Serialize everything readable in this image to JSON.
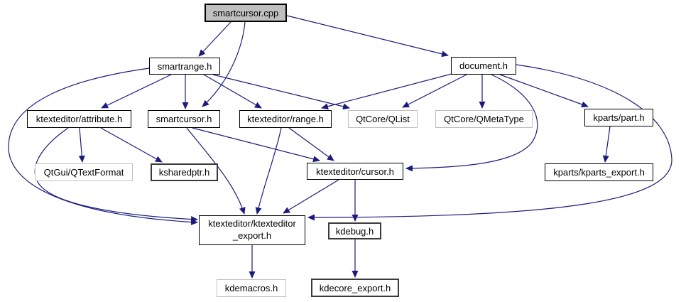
{
  "diagram": {
    "type": "include-dependency-graph",
    "nodes": {
      "smartcursor_cpp": {
        "label": "smartcursor.cpp",
        "kind": "source"
      },
      "smartrange_h": {
        "label": "smartrange.h",
        "kind": "internal"
      },
      "document_h": {
        "label": "document.h",
        "kind": "internal"
      },
      "attribute_h": {
        "label": "ktexteditor/attribute.h",
        "kind": "internal"
      },
      "smartcursor_h": {
        "label": "smartcursor.h",
        "kind": "internal"
      },
      "range_h": {
        "label": "ktexteditor/range.h",
        "kind": "internal"
      },
      "qlist": {
        "label": "QtCore/QList",
        "kind": "external"
      },
      "qmetatype": {
        "label": "QtCore/QMetaType",
        "kind": "external"
      },
      "kparts_part_h": {
        "label": "kparts/part.h",
        "kind": "internal"
      },
      "qtextformat": {
        "label": "QtGui/QTextFormat",
        "kind": "external"
      },
      "ksharedptr_h": {
        "label": "ksharedptr.h",
        "kind": "internal-truncated"
      },
      "cursor_h": {
        "label": "ktexteditor/cursor.h",
        "kind": "internal"
      },
      "kparts_export_h": {
        "label": "kparts/kparts_export.h",
        "kind": "internal"
      },
      "ktexteditor_export_h": {
        "label": "ktexteditor/ktexteditor _export.h",
        "kind": "internal"
      },
      "kdebug_h": {
        "label": "kdebug.h",
        "kind": "internal-truncated"
      },
      "kdemacros_h": {
        "label": "kdemacros.h",
        "kind": "external"
      },
      "kdecore_export_h": {
        "label": "kdecore_export.h",
        "kind": "internal-truncated"
      }
    },
    "edges": [
      {
        "from": "smartcursor.cpp",
        "to": "smartrange.h"
      },
      {
        "from": "smartcursor.cpp",
        "to": "smartcursor.h"
      },
      {
        "from": "smartcursor.cpp",
        "to": "document.h"
      },
      {
        "from": "smartrange.h",
        "to": "ktexteditor/attribute.h"
      },
      {
        "from": "smartrange.h",
        "to": "smartcursor.h"
      },
      {
        "from": "smartrange.h",
        "to": "ktexteditor/range.h"
      },
      {
        "from": "smartrange.h",
        "to": "QtCore/QList"
      },
      {
        "from": "smartrange.h",
        "to": "ktexteditor/ktexteditor_export.h"
      },
      {
        "from": "document.h",
        "to": "ktexteditor/range.h"
      },
      {
        "from": "document.h",
        "to": "QtCore/QList"
      },
      {
        "from": "document.h",
        "to": "QtCore/QMetaType"
      },
      {
        "from": "document.h",
        "to": "kparts/part.h"
      },
      {
        "from": "document.h",
        "to": "ktexteditor/cursor.h"
      },
      {
        "from": "document.h",
        "to": "ktexteditor/ktexteditor_export.h"
      },
      {
        "from": "ktexteditor/attribute.h",
        "to": "QtGui/QTextFormat"
      },
      {
        "from": "ktexteditor/attribute.h",
        "to": "ksharedptr.h"
      },
      {
        "from": "ktexteditor/attribute.h",
        "to": "ktexteditor/ktexteditor_export.h"
      },
      {
        "from": "smartcursor.h",
        "to": "ktexteditor/cursor.h"
      },
      {
        "from": "smartcursor.h",
        "to": "ktexteditor/ktexteditor_export.h"
      },
      {
        "from": "ktexteditor/range.h",
        "to": "ktexteditor/cursor.h"
      },
      {
        "from": "ktexteditor/range.h",
        "to": "ktexteditor/ktexteditor_export.h"
      },
      {
        "from": "ktexteditor/cursor.h",
        "to": "ktexteditor/ktexteditor_export.h"
      },
      {
        "from": "ktexteditor/cursor.h",
        "to": "kdebug.h"
      },
      {
        "from": "kparts/part.h",
        "to": "kparts/kparts_export.h"
      },
      {
        "from": "ktexteditor/ktexteditor_export.h",
        "to": "kdemacros.h"
      },
      {
        "from": "kdebug.h",
        "to": "kdecore_export.h"
      }
    ],
    "colors": {
      "edge": "#1b1b7d",
      "node_border": "#000000",
      "truncated_border": "#3a3a3a",
      "external_border": "#bfbfbf",
      "source_fill": "#bfbfbf",
      "node_fill": "#ffffff"
    }
  }
}
